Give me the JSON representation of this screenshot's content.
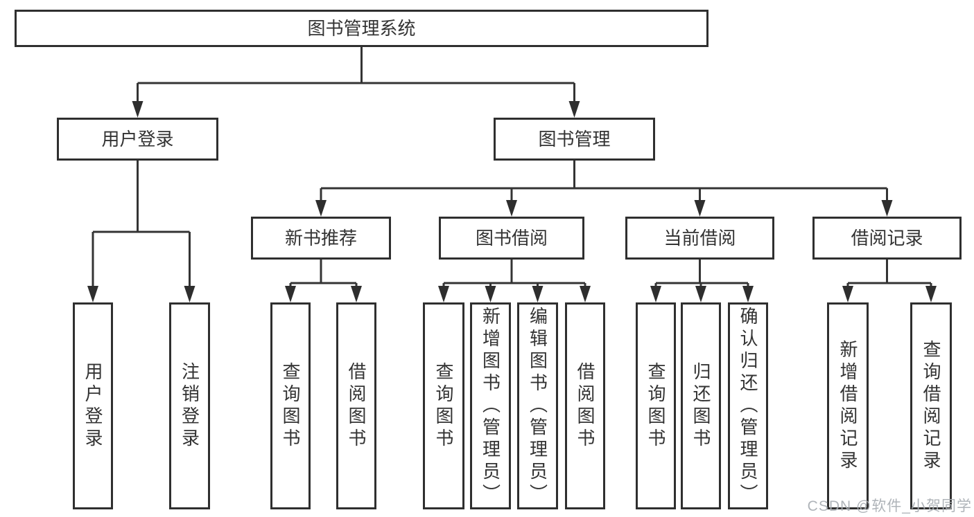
{
  "tree": {
    "root": {
      "label": "图书管理系统",
      "children": [
        {
          "label": "用户登录",
          "children": [
            {
              "label": "用户登录"
            },
            {
              "label": "注销登录"
            }
          ]
        },
        {
          "label": "图书管理",
          "children": [
            {
              "label": "新书推荐",
              "children": [
                {
                  "label": "查询图书"
                },
                {
                  "label": "借阅图书"
                }
              ]
            },
            {
              "label": "图书借阅",
              "children": [
                {
                  "label": "查询图书"
                },
                {
                  "label": "新增图书（管理员）"
                },
                {
                  "label": "编辑图书（管理员）"
                },
                {
                  "label": "借阅图书"
                }
              ]
            },
            {
              "label": "当前借阅",
              "children": [
                {
                  "label": "查询图书"
                },
                {
                  "label": "归还图书"
                },
                {
                  "label": "确认归还（管理员）"
                }
              ]
            },
            {
              "label": "借阅记录",
              "children": [
                {
                  "label": "新增借阅记录"
                },
                {
                  "label": "查询借阅记录"
                }
              ]
            }
          ]
        }
      ]
    }
  },
  "watermark": {
    "text": "CSDN @软件_小贺同学"
  },
  "colors": {
    "line": "#343434",
    "border": "#2f2f2f",
    "text": "#333333",
    "watermark": "#a9aeb4",
    "background": "#ffffff"
  }
}
